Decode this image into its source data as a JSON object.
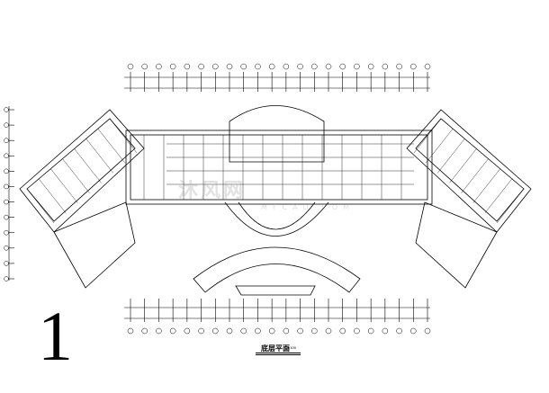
{
  "drawing": {
    "sheet_number": "1",
    "title": "底层平面",
    "scale": "1:100",
    "watermark": "沐风网",
    "watermark_sub": "MFCAD.COM"
  },
  "colors": {
    "line": "#000000",
    "background": "#ffffff"
  },
  "top_axis_count": 22,
  "bottom_axis_count": 22,
  "left_axis_count": 12
}
